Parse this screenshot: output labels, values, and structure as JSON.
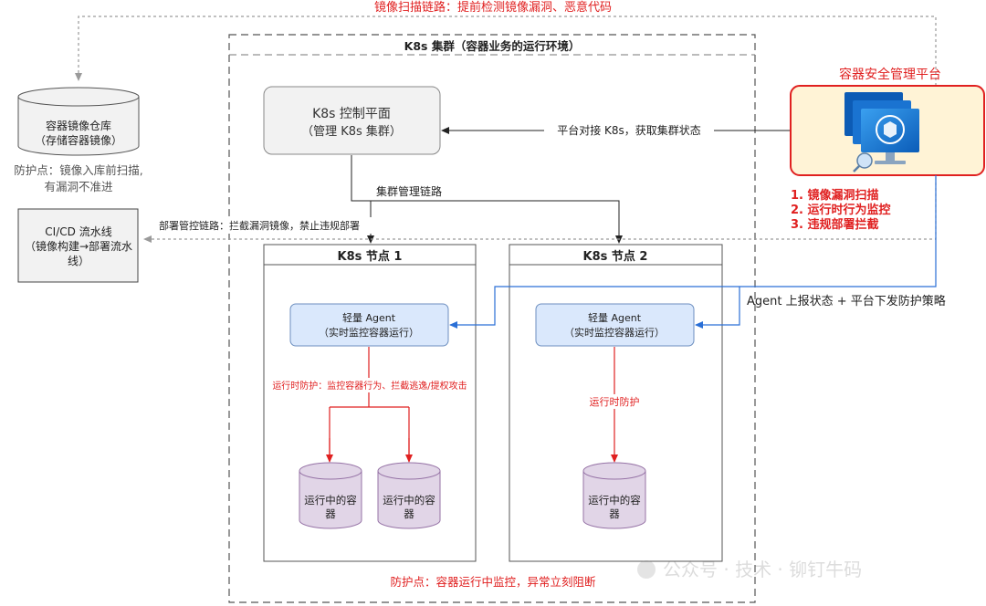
{
  "top_scan_chain": "镜像扫描链路：提前检测镜像漏洞、恶意代码",
  "cluster": {
    "title": "K8s 集群（容器业务的运行环境）"
  },
  "control_plane": {
    "line1": "K8s 控制平面",
    "line2": "（管理 K8s 集群）"
  },
  "platform_link_label": "平台对接 K8s，获取集群状态",
  "cluster_mgmt_label": "集群管理链路",
  "registry": {
    "line1": "容器镜像仓库",
    "line2": "（存储容器镜像）"
  },
  "registry_note": {
    "line1": "防护点：镜像入库前扫描,",
    "line2": "有漏洞不准进"
  },
  "cicd": {
    "line1": "CI/CD 流水线",
    "line2": "（镜像构建→部署流水",
    "line3": "线）"
  },
  "deploy_chain_label": "部署管控链路：拦截漏洞镜像，禁止违规部署",
  "platform": {
    "title": "容器安全管理平台",
    "features": [
      "1. 镜像漏洞扫描",
      "2. 运行时行为监控",
      "3. 违规部署拦截"
    ],
    "icon": "monitor-with-shield-icon"
  },
  "agent_link_label": "Agent 上报状态 + 平台下发防护策略",
  "node1": {
    "title": "K8s 节点 1",
    "agent_line1": "轻量 Agent",
    "agent_line2": "（实时监控容器运行）",
    "protection_label": "运行时防护：监控容器行为、拦截逃逸/提权攻击",
    "containers": [
      {
        "line1": "运行中的容",
        "line2": "器"
      },
      {
        "line1": "运行中的容",
        "line2": "器"
      }
    ]
  },
  "node2": {
    "title": "K8s 节点 2",
    "agent_line1": "轻量 Agent",
    "agent_line2": "（实时监控容器运行）",
    "protection_label": "运行时防护",
    "containers": [
      {
        "line1": "运行中的容",
        "line2": "器"
      }
    ]
  },
  "bottom_note": "防护点：容器运行中监控，异常立刻阻断",
  "watermark": "公众号 · 技术 · 铆钉牛码",
  "colors": {
    "red": "#e02020",
    "blue": "#2a6fd6",
    "gray_line": "#9a9a9a",
    "agent_fill": "#dae8fc",
    "agent_stroke": "#6c8ebf",
    "container_fill": "#e1d5e7",
    "container_stroke": "#9673a6"
  }
}
